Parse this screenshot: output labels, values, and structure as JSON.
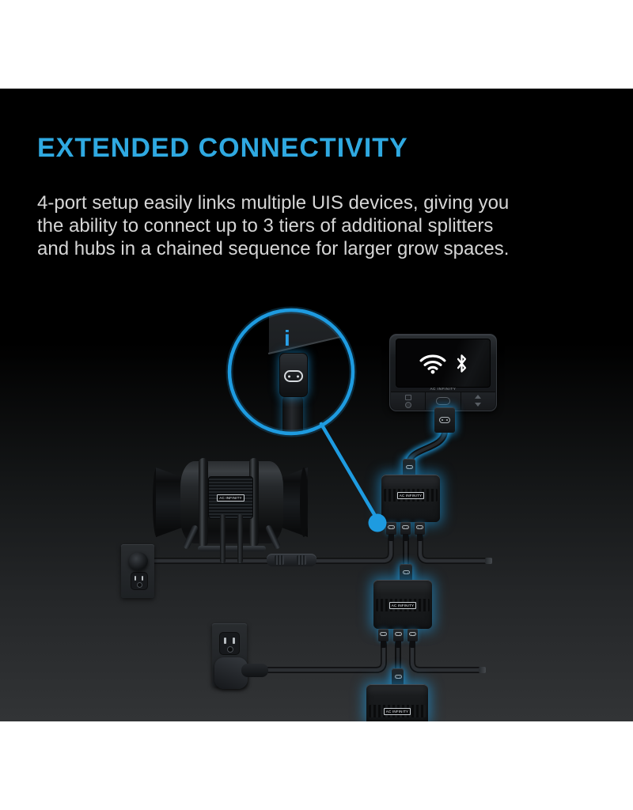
{
  "image": {
    "accent_color": "#1E9BE0",
    "headline": {
      "text": "EXTENDED CONNECTIVITY",
      "color": "#2FA9E1"
    },
    "description_lines": [
      "4-port setup easily links multiple UIS devices, giving you",
      "the ability to connect up to 3 tiers of additional splitters",
      "and hubs in a chained sequence for larger grow spaces."
    ],
    "callout": {
      "info_mark": "i"
    },
    "devices": {
      "controller": {
        "brand_label": "AC INFINITY",
        "screen_icons": [
          "wifi",
          "bluetooth"
        ]
      },
      "fan": {
        "label": "AC INFINITY"
      },
      "splitter_1": {
        "label": "AC INFINITY"
      },
      "splitter_2": {
        "label": "AC INFINITY"
      },
      "splitter_3": {
        "label": "AC INFINITY"
      }
    }
  }
}
